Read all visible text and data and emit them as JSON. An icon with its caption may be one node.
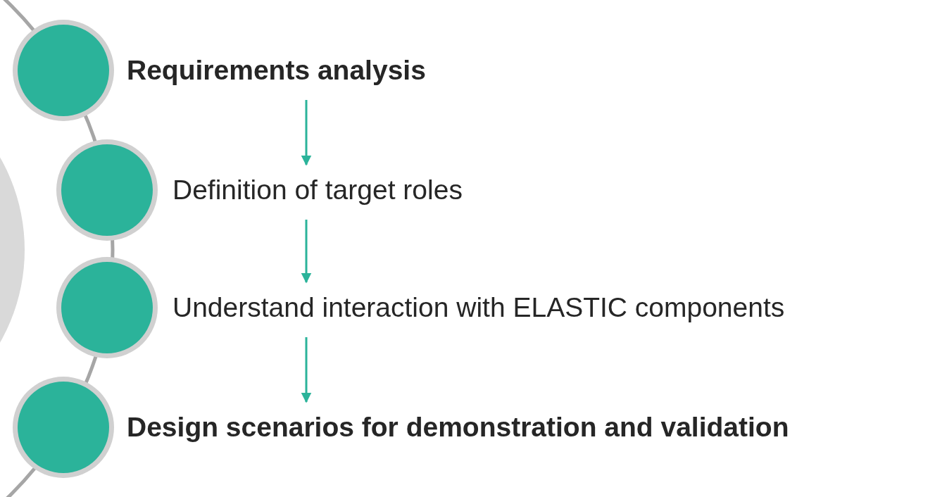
{
  "diagram": {
    "nodes": [
      {
        "text": [
          "Requirements analysis"
        ]
      },
      {
        "text": [
          "Definition of target roles"
        ]
      },
      {
        "text": [
          "Understand interaction with ELASTIC components"
        ]
      },
      {
        "text": [
          "Design scenarios for demonstration and validation"
        ]
      }
    ],
    "edges": [
      {
        "from": 0,
        "to": 1,
        "arrow": "to"
      },
      {
        "from": 1,
        "to": 2,
        "arrow": "to"
      },
      {
        "from": 2,
        "to": 3,
        "arrow": "to"
      }
    ]
  }
}
